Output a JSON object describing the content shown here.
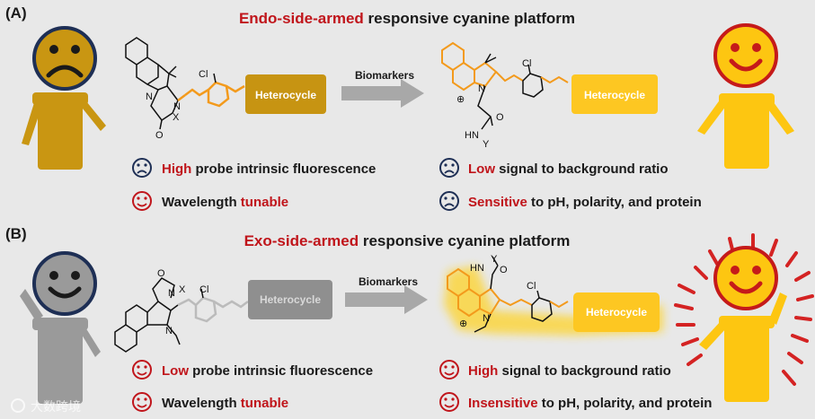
{
  "colors": {
    "accent_red": "#c0151b",
    "text_dark": "#1a1a1a",
    "dark_gold": "#c99612",
    "bright_gold": "#fdc611",
    "box_dark_gold": "#c79412",
    "box_bright_gold": "#fdc722",
    "box_gray": "#8f8f8f",
    "arrow_gray": "#a8a8a8",
    "orange_bond": "#f39a1c",
    "glow_yellow": "#ffd21a",
    "navy_face_ring": "#1e2f55",
    "red_face_ring": "#c51a1a",
    "gray_figure": "#9a9a9a",
    "ray_red": "#d42323",
    "background": "#e8e8e8"
  },
  "panel_a": {
    "label": "(A)",
    "title_highlight": "Endo-side-armed",
    "title_rest": " responsive cyanine platform",
    "reactant": {
      "heterocycle": "Heterocycle",
      "cl": "Cl",
      "n": "N",
      "x": "X",
      "o": "O"
    },
    "arrow_label": "Biomarkers",
    "product": {
      "heterocycle": "Heterocycle",
      "cl": "Cl",
      "n": "N",
      "plus": "⊕",
      "o": "O",
      "hn": "HN",
      "y": "Y"
    },
    "features": [
      {
        "icon": "sad-face-icon",
        "highlight": "High",
        "rest": " probe intrinsic fluorescence"
      },
      {
        "icon": "happy-face-icon",
        "highlight": "tunable",
        "prefix": "Wavelength "
      },
      {
        "icon": "sad-face-icon",
        "highlight": "Low",
        "rest": " signal to background ratio"
      },
      {
        "icon": "sad-face-icon",
        "highlight": "Sensitive",
        "rest": " to pH, polarity, and protein"
      }
    ]
  },
  "panel_b": {
    "label": "(B)",
    "title_highlight": "Exo-side-armed",
    "title_rest": " responsive cyanine platform",
    "reactant": {
      "heterocycle": "Heterocycle",
      "cl": "Cl",
      "n": "N",
      "x": "X",
      "o": "O"
    },
    "arrow_label": "Biomarkers",
    "product": {
      "heterocycle": "Heterocycle",
      "cl": "Cl",
      "n": "N",
      "plus": "⊕",
      "o": "O",
      "hn": "HN",
      "y": "Y"
    },
    "features": [
      {
        "icon": "happy-face-icon",
        "highlight": "Low",
        "rest": " probe intrinsic fluorescence"
      },
      {
        "icon": "happy-face-icon",
        "highlight": "tunable",
        "prefix": "Wavelength "
      },
      {
        "icon": "happy-face-icon",
        "highlight": "High",
        "rest": " signal to background ratio"
      },
      {
        "icon": "happy-face-icon",
        "highlight": "Insensitive",
        "rest": " to pH, polarity, and protein"
      }
    ]
  },
  "watermark": "大数跨境"
}
